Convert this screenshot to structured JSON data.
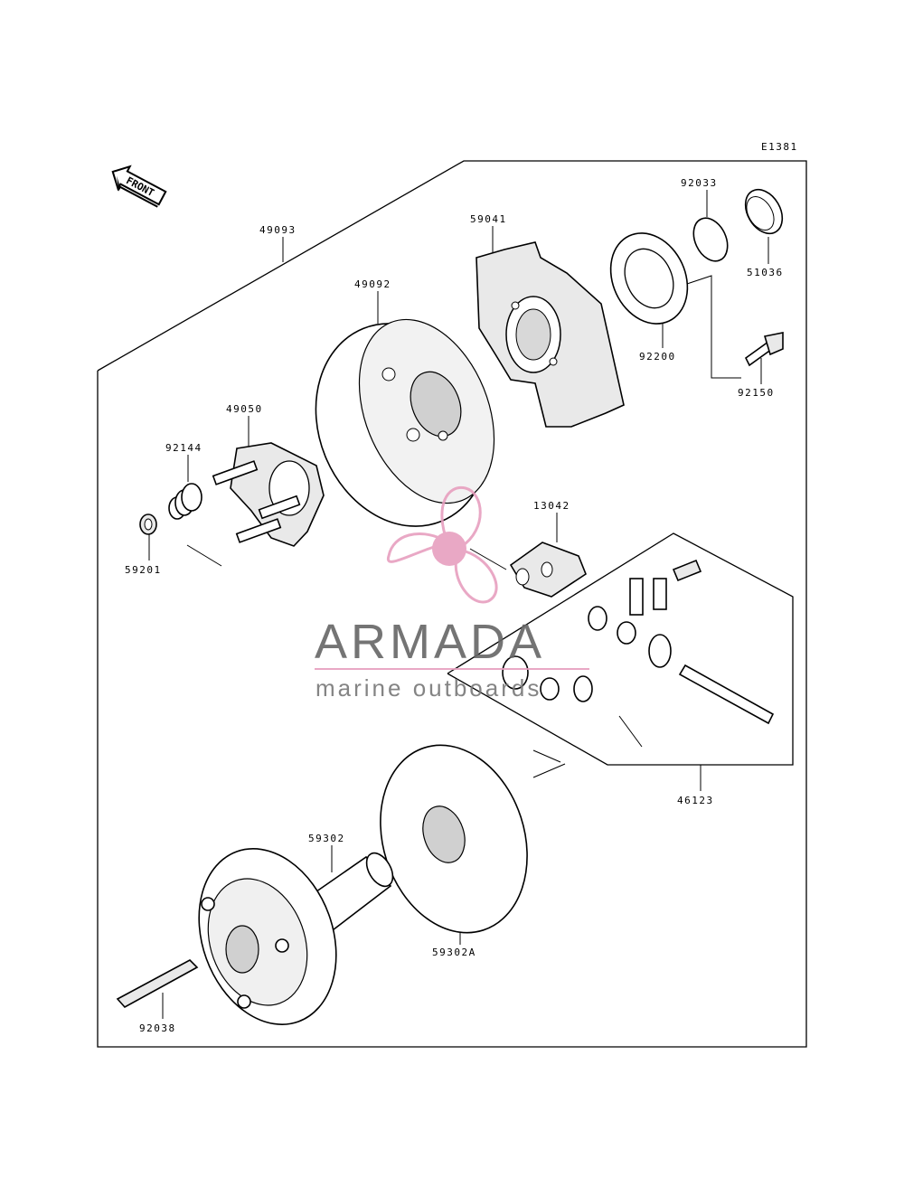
{
  "diagram": {
    "drawing_code": "E1381",
    "front_label": "FRONT",
    "parts": {
      "p49093": "49093",
      "p59041": "59041",
      "p92033": "92033",
      "p51036": "51036",
      "p49092": "49092",
      "p92200": "92200",
      "p92150": "92150",
      "p49050": "49050",
      "p92144": "92144",
      "p59201": "59201",
      "p13042": "13042",
      "p46123": "46123",
      "p59302": "59302",
      "p59302A": "59302A",
      "p92038": "92038"
    }
  },
  "watermark": {
    "brand": "ARMADA",
    "tagline": "marine outboards",
    "color": "#e79fbf"
  }
}
